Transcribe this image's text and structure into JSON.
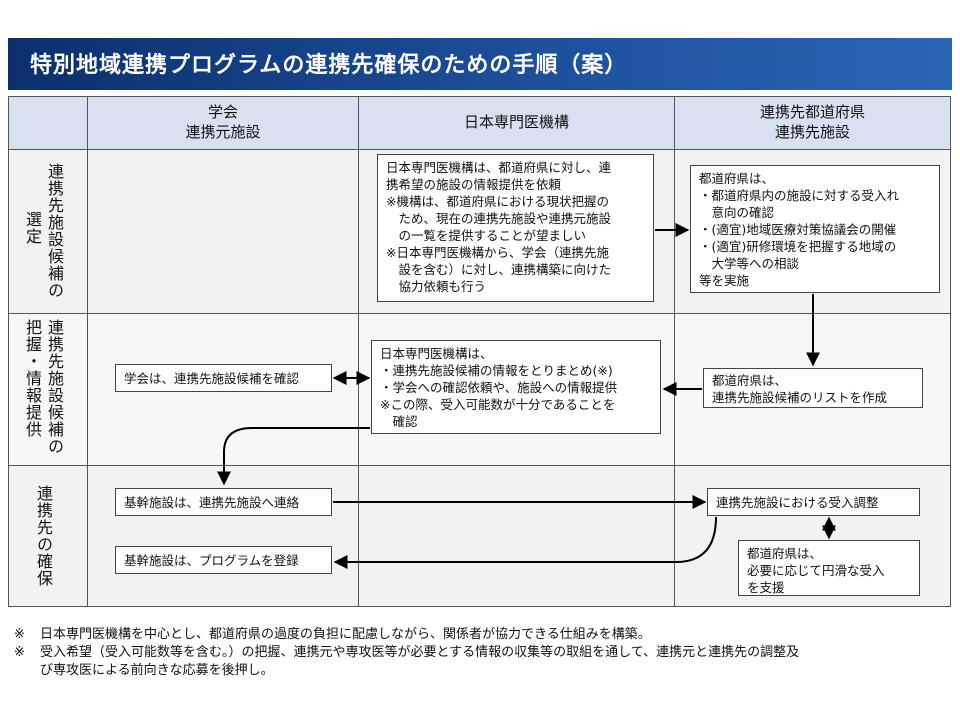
{
  "title": "特別地域連携プログラムの連携先確保のための手順（案）",
  "header": {
    "col1": [
      "学会",
      "連携元施設"
    ],
    "col2": [
      "日本専門医機構"
    ],
    "col3": [
      "連携先都道府県",
      "連携先施設"
    ]
  },
  "rows": {
    "r1": [
      "連",
      "携",
      "先",
      "施",
      "設",
      "候",
      "補",
      "の",
      "選",
      "定"
    ],
    "r2": [
      "連",
      "携",
      "先",
      "施",
      "設",
      "候",
      "補",
      "の",
      "把",
      "握",
      "・",
      "情",
      "報",
      "提",
      "供"
    ],
    "r3": [
      "連",
      "携",
      "先",
      "の",
      "確",
      "保"
    ]
  },
  "row_labels": {
    "r1_a": "連携先施設候補の",
    "r1_b": "選定",
    "r2_a": "連携先施設候補の",
    "r2_b": "把握・情報提供",
    "r3_a": "連携先の確保"
  },
  "boxes": {
    "jmsb_request": [
      "日本専門医機構は、都道府県に対し、連",
      "携希望の施設の情報提供を依頼",
      "※機構は、都道府県における現状把握の",
      "　ため、現在の連携先施設や連携元施設",
      "　の一覧を提供することが望ましい",
      "※日本専門医機構から、学会（連携先施",
      "　設を含む）に対し、連携構築に向けた",
      "　協力依頼も行う"
    ],
    "pref_survey": [
      "都道府県は、",
      "・都道府県内の施設に対する受入れ",
      "　意向の確認",
      "・(適宜)地域医療対策協議会の開催",
      "・(適宜)研修環境を把握する地域の",
      "　大学等への相談",
      "等を実施"
    ],
    "society_confirm": [
      "学会は、連携先施設候補を確認"
    ],
    "jmsb_compile": [
      "日本専門医機構は、",
      "・連携先施設候補の情報をとりまとめ(※)",
      "・学会への確認依頼や、施設への情報提供",
      "※この際、受入可能数が十分であることを",
      "　確認"
    ],
    "pref_list": [
      "都道府県は、",
      "連携先施設候補のリストを作成"
    ],
    "core_contact": [
      "基幹施設は、連携先施設へ連絡"
    ],
    "core_register": [
      "基幹施設は、プログラムを登録"
    ],
    "partner_adjust": [
      "連携先施設における受入調整"
    ],
    "pref_support": [
      "都道府県は、",
      "必要に応じて円滑な受入",
      "を支援"
    ]
  },
  "notes": [
    {
      "mark": "※",
      "text": "日本専門医機構を中心とし、都道府県の過度の負担に配慮しながら、関係者が協力できる仕組みを構築。"
    },
    {
      "mark": "※",
      "text": "受入希望（受入可能数等を含む。）の把握、連携元や専攻医等が必要とする情報の収集等の取組を通して、連携元と連携先の調整及"
    },
    {
      "mark": "",
      "text": "び専攻医による前向きな応募を後押し。"
    }
  ]
}
